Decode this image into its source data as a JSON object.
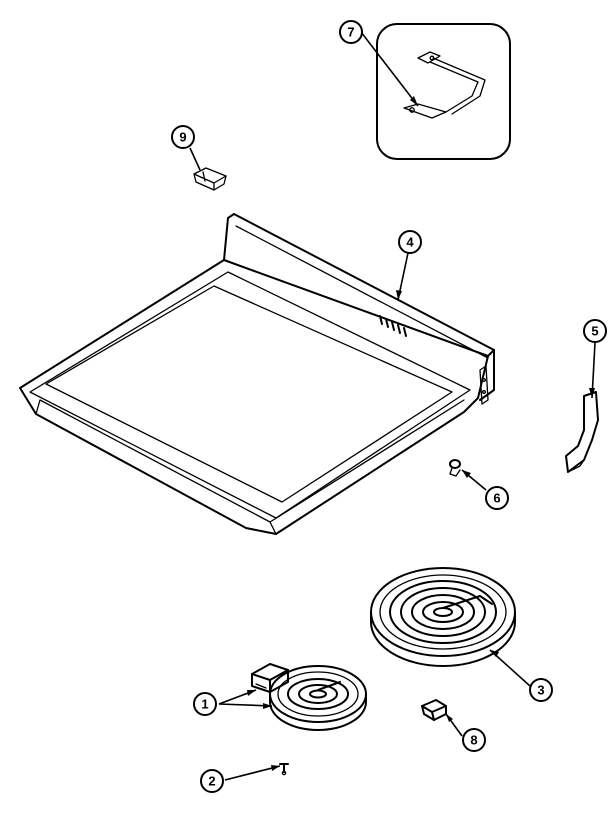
{
  "callouts": [
    {
      "id": "callout-1",
      "label": "1"
    },
    {
      "id": "callout-2",
      "label": "2"
    },
    {
      "id": "callout-3",
      "label": "3"
    },
    {
      "id": "callout-4",
      "label": "4"
    },
    {
      "id": "callout-5",
      "label": "5"
    },
    {
      "id": "callout-6",
      "label": "6"
    },
    {
      "id": "callout-7",
      "label": "7"
    },
    {
      "id": "callout-8",
      "label": "8"
    },
    {
      "id": "callout-9",
      "label": "9"
    }
  ],
  "colors": {
    "ink": "#000000",
    "background": "#ffffff"
  }
}
